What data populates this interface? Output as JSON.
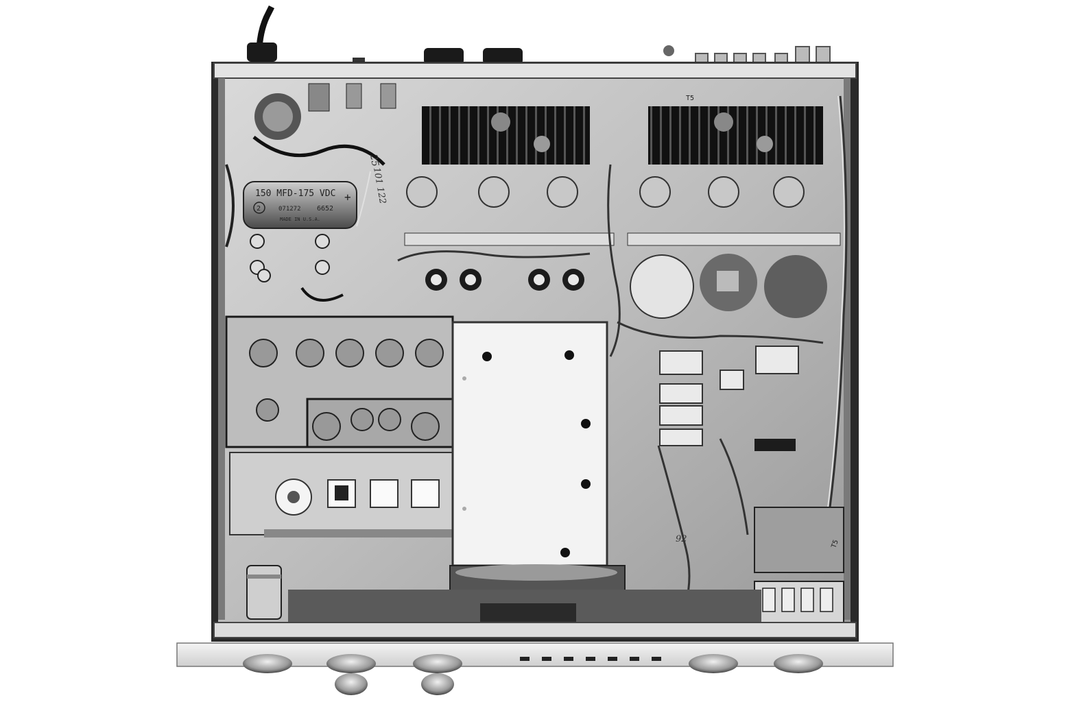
{
  "photo": {
    "subject": "amplifier-chassis-underside",
    "tone": "black-and-white"
  },
  "printed_text": {
    "filter_cap_rating": "150 MFD-175 VDC",
    "filter_cap_code_left": "071272",
    "filter_cap_code_right": "6652",
    "filter_cap_origin": "MADE IN U.S.A.",
    "filter_cap_badge": "2",
    "filter_cap_plus": "+",
    "handwritten_top": "25",
    "handwritten_mid": "101 122",
    "handwritten_lower": "92",
    "wire_tag_right": "T5",
    "wire_tag_top": "T5"
  },
  "colors": {
    "background": "#ffffff",
    "chassis_light": "#cfcfcf",
    "chassis_mid": "#a8a8a8",
    "chassis_dark": "#3a3a3a",
    "heatsink": "#141414",
    "shield_plate": "#f2f2f2",
    "front_panel": "#e6e6e6"
  }
}
